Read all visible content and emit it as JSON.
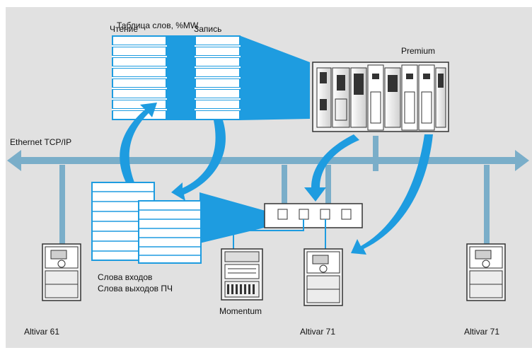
{
  "labels": {
    "word_table_title": "Таблица слов, %MW",
    "read": "Чтение",
    "write": "Запись",
    "premium": "Premium",
    "network": "Ethernet TCP/IP",
    "input_words": "Слова входов",
    "output_words": "Слова выходов ПЧ",
    "momentum": "Momentum",
    "drive_left": "Altivar 61",
    "drive_center": "Altivar 71",
    "drive_right": "Altivar 71"
  },
  "colors": {
    "background": "#e1e1e1",
    "accent": "#1e9ce0",
    "bus": "#7aaec9",
    "table_fill": "#1e9ce0",
    "device_body": "#f4f4f4",
    "outline": "#333333"
  },
  "icons": {
    "bus_arrows": "double-headed-arrow-icon",
    "exchange_arrows": "curved-arrow-icon",
    "plc": "plc-rack-icon",
    "switch": "ethernet-switch-icon",
    "drive": "variable-speed-drive-icon",
    "io_module": "io-module-icon"
  }
}
